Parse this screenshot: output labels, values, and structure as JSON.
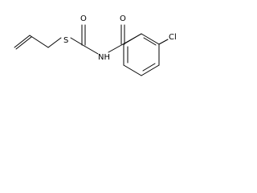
{
  "molecule": {
    "atoms": {
      "o_left": "O",
      "o_right": "O",
      "sulfur": "S",
      "nh": "NH",
      "chlorine": "Cl"
    }
  },
  "colors": {
    "bond": "#000000",
    "text": "#000000",
    "background": "#ffffff"
  }
}
